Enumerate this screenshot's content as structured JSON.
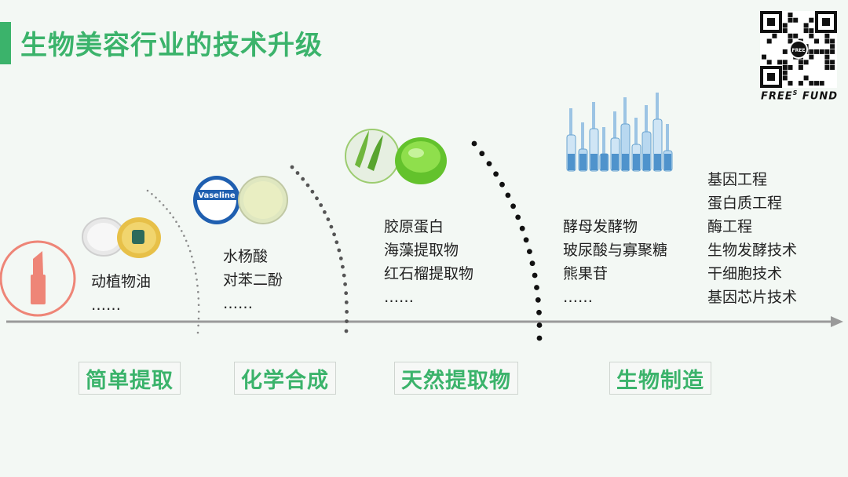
{
  "title": "生物美容行业的技术升级",
  "brand": {
    "text": "FREE",
    "sup": "S",
    "text2": " FUND",
    "qr_center": "FREE"
  },
  "stages": [
    {
      "label": "简单提取",
      "items": [
        "动植物油",
        "……"
      ]
    },
    {
      "label": "化学合成",
      "items": [
        "水杨酸",
        "对苯二酚",
        "……"
      ]
    },
    {
      "label": "天然提取物",
      "items": [
        "胶原蛋白",
        "海藻提取物",
        "红石榴提取物",
        "……"
      ]
    },
    {
      "label": "生物制造",
      "items": [
        "酵母发酵物",
        "玻尿酸与寡聚糖",
        "熊果苷",
        "……"
      ]
    }
  ],
  "future_items": [
    "基因工程",
    "蛋白质工程",
    "酶工程",
    "生物发酵技术",
    "干细胞技术",
    "基因芯片技术"
  ],
  "product_labels": {
    "vaseline": "Vaseline"
  },
  "colors": {
    "accent": "#3bb36b",
    "arrow": "#9a9a9a",
    "lipstick": "#ee8577"
  }
}
